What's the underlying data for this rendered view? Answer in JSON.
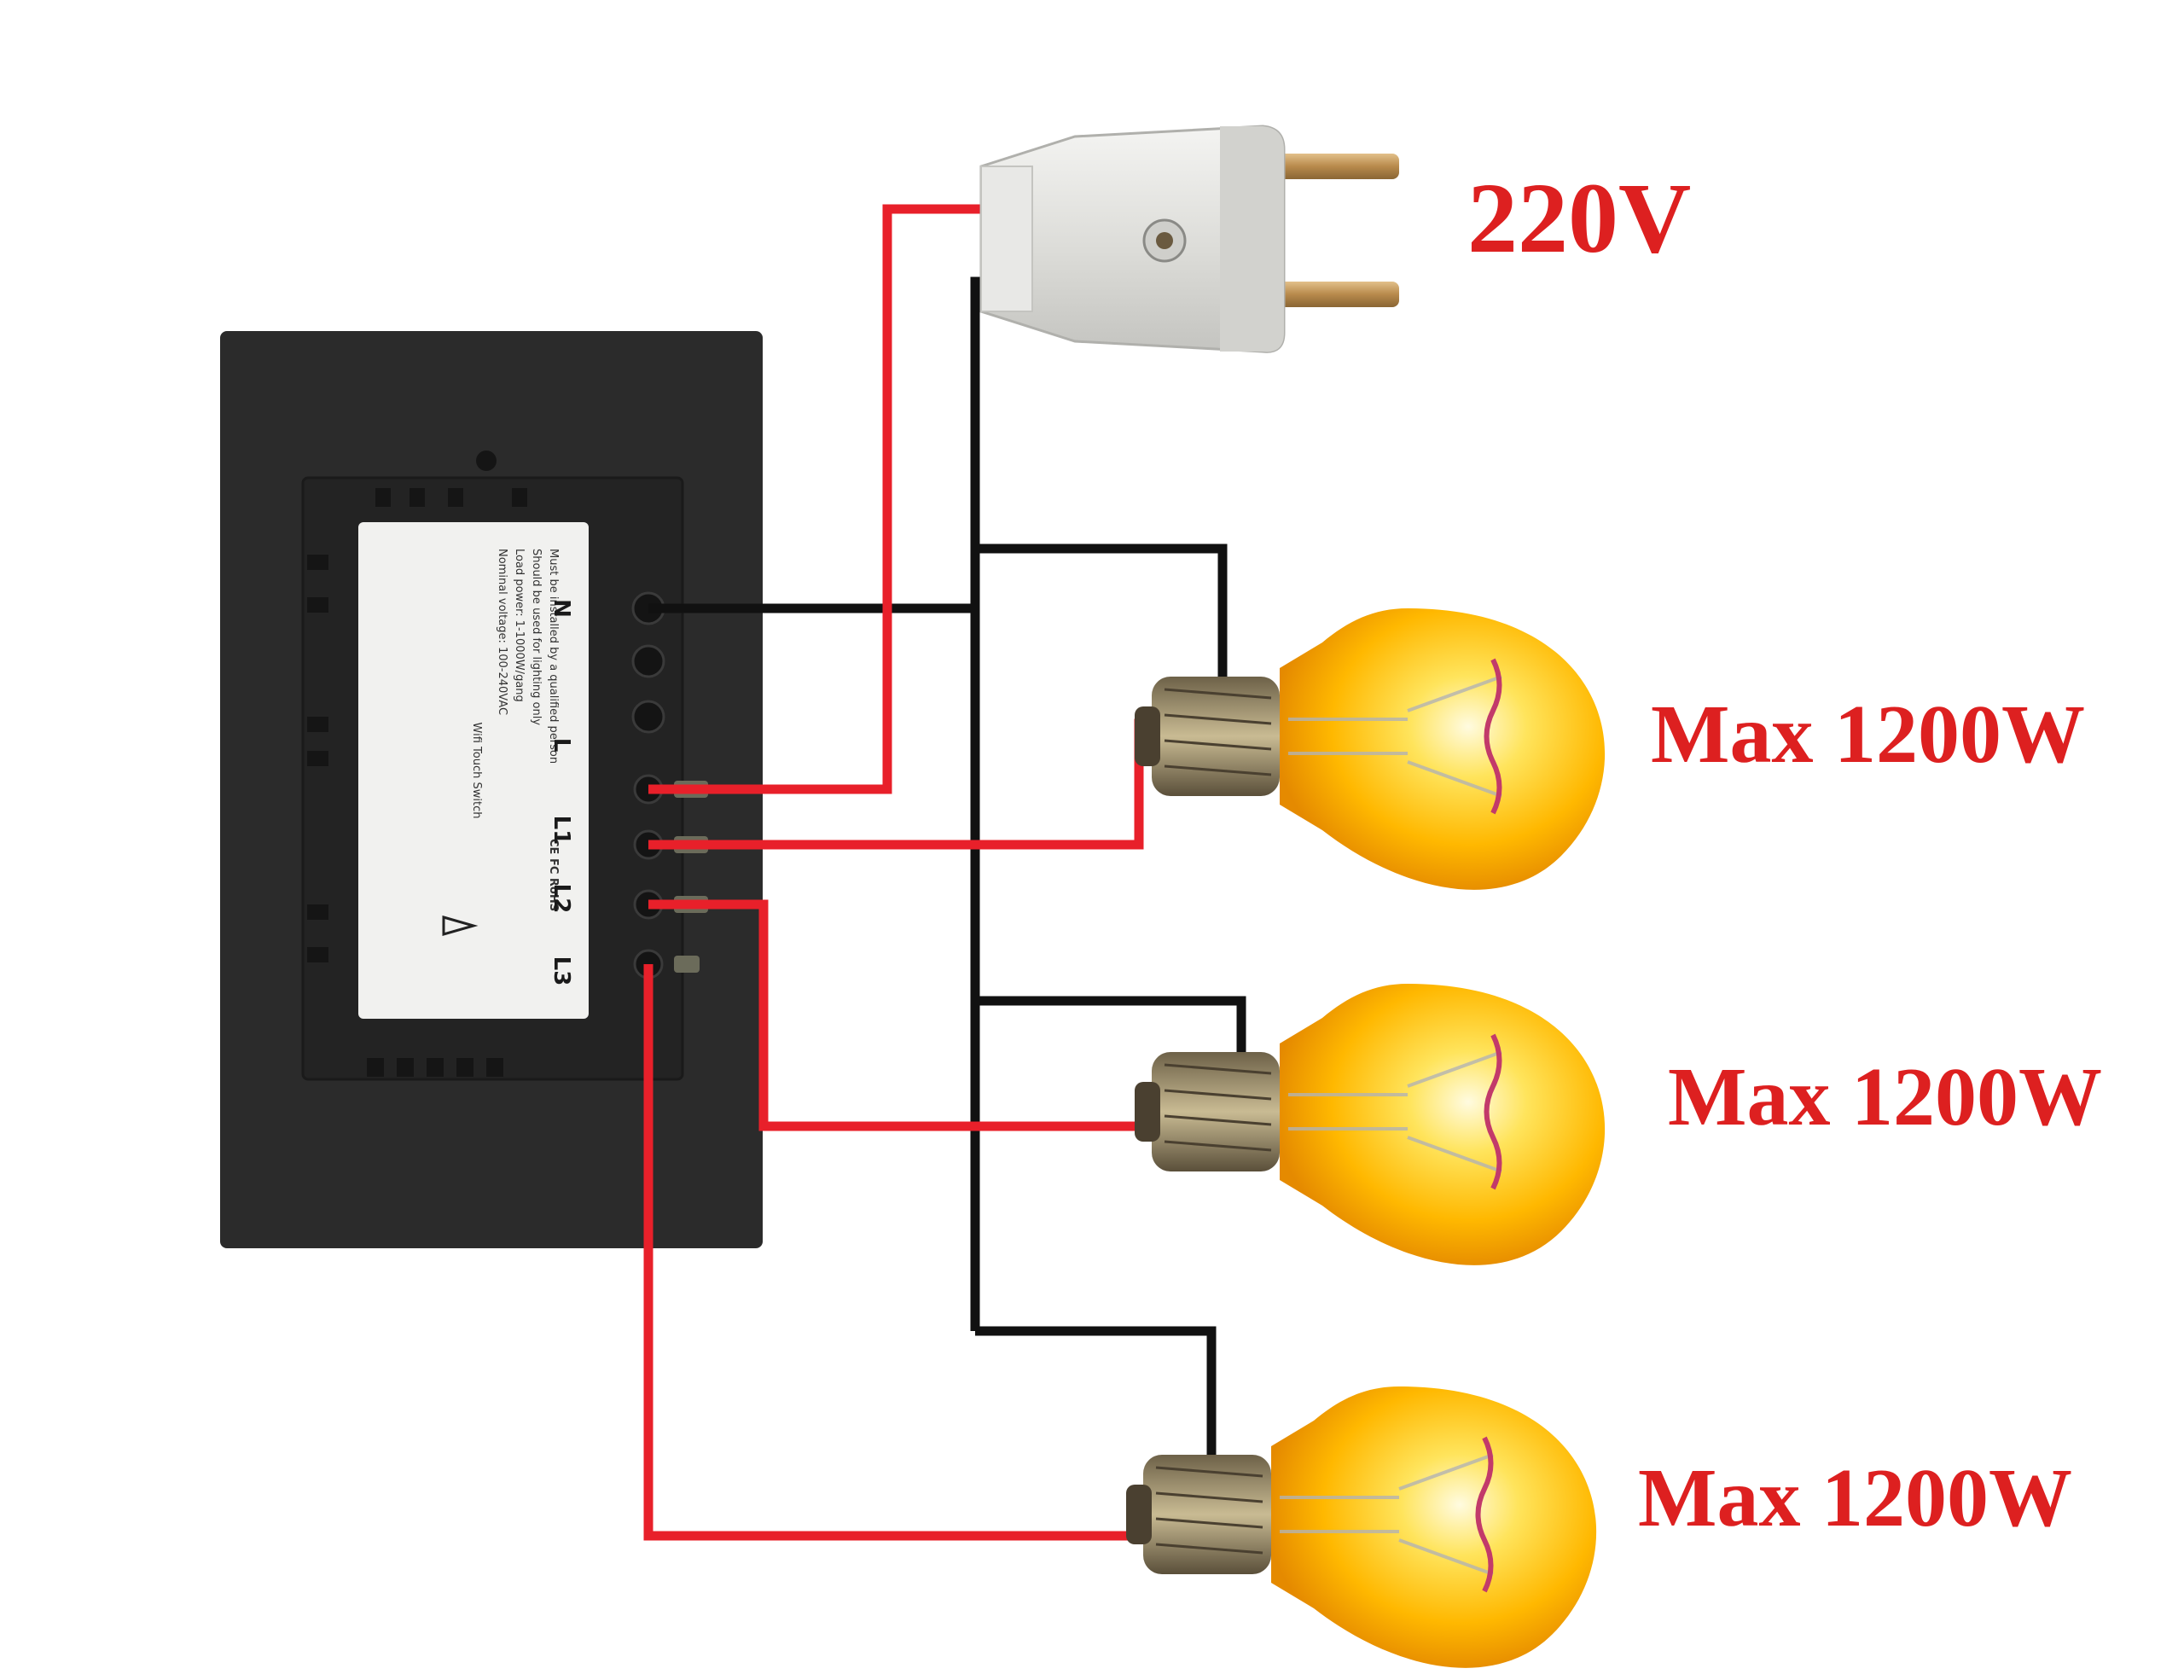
{
  "supply": {
    "label": "220V"
  },
  "switch": {
    "title": "Wifi Touch Switch",
    "terminals": [
      "N",
      "L",
      "L1",
      "L2",
      "L3"
    ],
    "spec_lines": [
      "Nominal voltage: 100-240VAC",
      "Load power: 1-1000W/gang",
      "Should be used for lighting only",
      "Must be installed by a qualified person"
    ],
    "certifications": "CE FC RoHS"
  },
  "bulbs": [
    {
      "label": "Max 1200W"
    },
    {
      "label": "Max 1200W"
    },
    {
      "label": "Max 1200W"
    }
  ],
  "colors": {
    "live_wire": "#e8202a",
    "neutral_wire": "#111111",
    "label_red": "#dd2020",
    "panel": "#2b2b2b",
    "plug": "#e6e6e4"
  }
}
